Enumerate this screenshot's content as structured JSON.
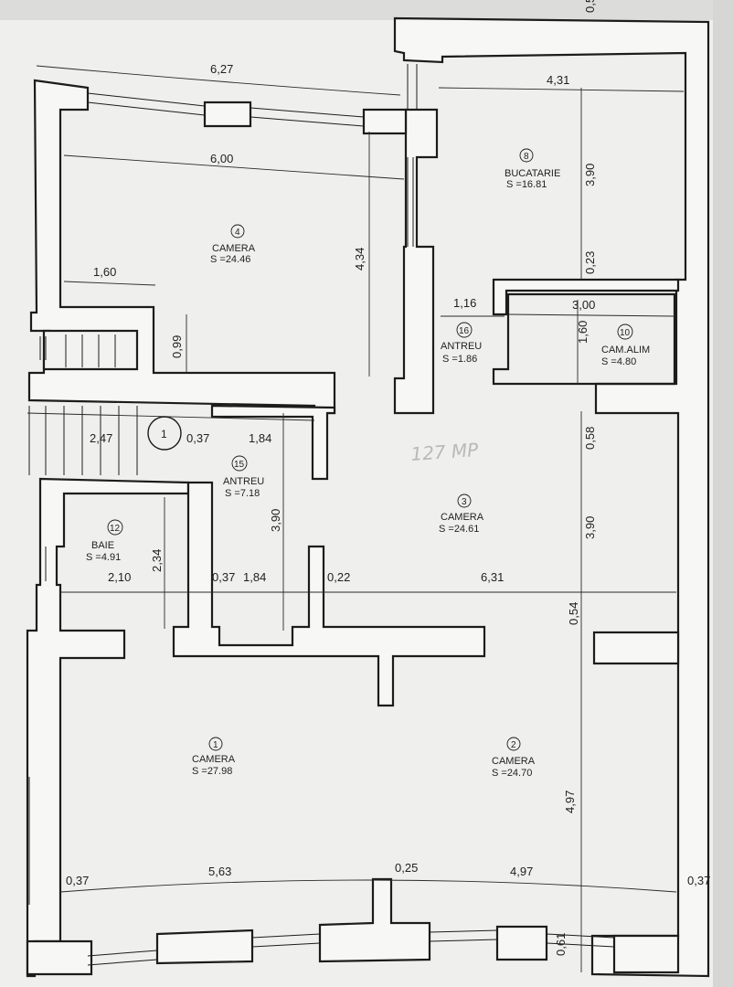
{
  "colors": {
    "paper": "#efefed",
    "wall": "#f7f7f5",
    "stroke": "#1c1c1c",
    "dim_line": "#2a2a2a"
  },
  "handwritten_note": "127 MP",
  "circle_marker": "1",
  "corner_label": "0,5",
  "rooms": [
    {
      "id": "4",
      "name": "CAMERA",
      "area": "S =24.46"
    },
    {
      "id": "8",
      "name": "BUCATARIE",
      "area": "S =16.81"
    },
    {
      "id": "16",
      "name": "ANTREU",
      "area": "S =1.86"
    },
    {
      "id": "10",
      "name": "CAM.ALIM",
      "area": "S =4.80"
    },
    {
      "id": "15",
      "name": "ANTREU",
      "area": "S =7.18"
    },
    {
      "id": "3",
      "name": "CAMERA",
      "area": "S =24.61"
    },
    {
      "id": "12",
      "name": "BAIE",
      "area": "S =4.91"
    },
    {
      "id": "1",
      "name": "CAMERA",
      "area": "S =27.98"
    },
    {
      "id": "2",
      "name": "CAMERA",
      "area": "S =24.70"
    }
  ],
  "dimensions": [
    "6,27",
    "4,31",
    "6,00",
    "3,90",
    "4,34",
    "0,23",
    "1,60",
    "1,16",
    "3,00",
    "1,60",
    "0,99",
    "2,47",
    "0,37",
    "1,84",
    "0,58",
    "3,90",
    "3,90",
    "2,34",
    "2,10",
    "0,37",
    "1,84",
    "0,22",
    "6,31",
    "0,54",
    "4,97",
    "0,37",
    "5,63",
    "0,25",
    "4,97",
    "0,37",
    "0,61"
  ]
}
